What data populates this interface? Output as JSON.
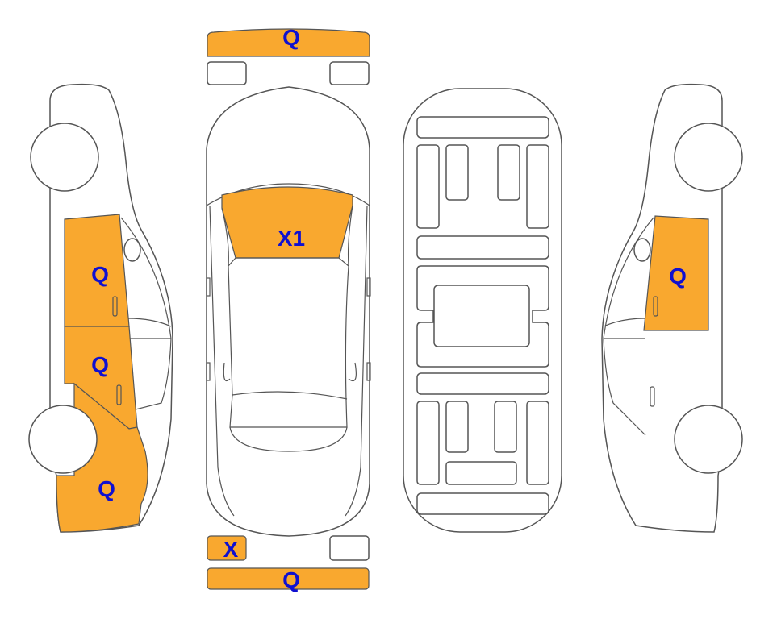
{
  "colors": {
    "damage_fill": "#F9A82F",
    "label": "#1010D0",
    "outline": "#555555"
  },
  "panels": {
    "front_bumper": {
      "code": "Q",
      "damaged": true
    },
    "front_light_left": {
      "damaged": false
    },
    "front_light_right": {
      "damaged": false
    },
    "windshield": {
      "code": "X1",
      "damaged": true
    },
    "rear_light_left": {
      "code": "X",
      "damaged": true
    },
    "rear_light_right": {
      "damaged": false
    },
    "rear_bumper": {
      "code": "Q",
      "damaged": true
    },
    "left_front_door": {
      "code": "Q",
      "damaged": true
    },
    "left_rear_door": {
      "code": "Q",
      "damaged": true
    },
    "left_rear_quarter": {
      "code": "Q",
      "damaged": true
    },
    "right_front_door": {
      "code": "Q",
      "damaged": true
    }
  }
}
